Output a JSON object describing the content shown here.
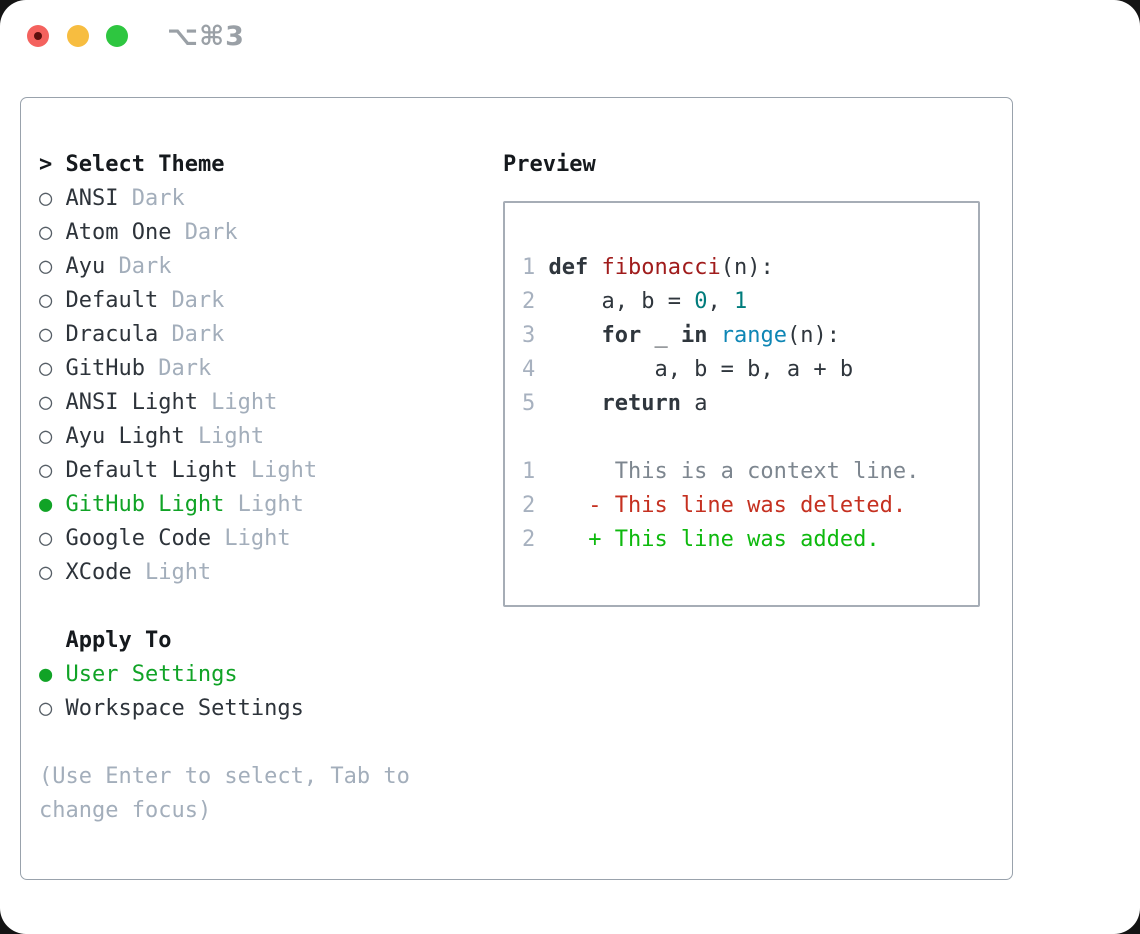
{
  "window": {
    "shortcut_label": "⌥⌘3"
  },
  "theme_panel": {
    "prompt": ">",
    "header": "Select Theme",
    "items": [
      {
        "name": "ANSI",
        "variant": "Dark",
        "selected": false
      },
      {
        "name": "Atom One",
        "variant": "Dark",
        "selected": false
      },
      {
        "name": "Ayu",
        "variant": "Dark",
        "selected": false
      },
      {
        "name": "Default",
        "variant": "Dark",
        "selected": false
      },
      {
        "name": "Dracula",
        "variant": "Dark",
        "selected": false
      },
      {
        "name": "GitHub",
        "variant": "Dark",
        "selected": false
      },
      {
        "name": "ANSI Light",
        "variant": "Light",
        "selected": false
      },
      {
        "name": "Ayu Light",
        "variant": "Light",
        "selected": false
      },
      {
        "name": "Default Light",
        "variant": "Light",
        "selected": false
      },
      {
        "name": "GitHub Light",
        "variant": "Light",
        "selected": true
      },
      {
        "name": "Google Code",
        "variant": "Light",
        "selected": false
      },
      {
        "name": "XCode",
        "variant": "Light",
        "selected": false
      }
    ]
  },
  "apply_panel": {
    "header": "Apply To",
    "items": [
      {
        "name": "User Settings",
        "selected": true
      },
      {
        "name": "Workspace Settings",
        "selected": false
      }
    ]
  },
  "help": {
    "line1": "(Use Enter to select, Tab to",
    "line2": "change focus)"
  },
  "preview": {
    "header": "Preview",
    "code_lines": [
      {
        "num": "1",
        "tokens": [
          {
            "t": "def",
            "c": "kw"
          },
          {
            "t": " "
          },
          {
            "t": "fibonacci",
            "c": "title"
          },
          {
            "t": "(n):"
          }
        ]
      },
      {
        "num": "2",
        "tokens": [
          {
            "t": "    a, b = "
          },
          {
            "t": "0",
            "c": "num"
          },
          {
            "t": ", "
          },
          {
            "t": "1",
            "c": "num"
          }
        ]
      },
      {
        "num": "3",
        "tokens": [
          {
            "t": "    "
          },
          {
            "t": "for",
            "c": "kw"
          },
          {
            "t": " _ "
          },
          {
            "t": "in",
            "c": "kw"
          },
          {
            "t": " "
          },
          {
            "t": "range",
            "c": "builtin"
          },
          {
            "t": "(n):"
          }
        ]
      },
      {
        "num": "4",
        "tokens": [
          {
            "t": "        a, b = b, a + b"
          }
        ]
      },
      {
        "num": "5",
        "tokens": [
          {
            "t": "    "
          },
          {
            "t": "return",
            "c": "kw"
          },
          {
            "t": " a"
          }
        ]
      }
    ],
    "diff_lines": [
      {
        "num": "1",
        "type": "context",
        "text": "     This is a context line."
      },
      {
        "num": "2",
        "type": "deletion",
        "text": "   - This line was deleted."
      },
      {
        "num": "2",
        "type": "addition",
        "text": "   + This line was added."
      }
    ]
  },
  "icons": {
    "radio_selected": "●",
    "radio_unselected": "○"
  },
  "colors": {
    "accent_green": "#10a326",
    "added_green": "#0eb90e",
    "deleted_red": "#c53020",
    "function_red": "#a01c1c",
    "number_teal": "#007c7c",
    "builtin_blue": "#0e86b5",
    "muted_gray": "#a3aebb",
    "context_gray": "#7d868f",
    "border_gray": "#99a2ac",
    "traffic_red": "#f4625e",
    "traffic_yellow": "#f7bd40",
    "traffic_green": "#2ec640"
  }
}
